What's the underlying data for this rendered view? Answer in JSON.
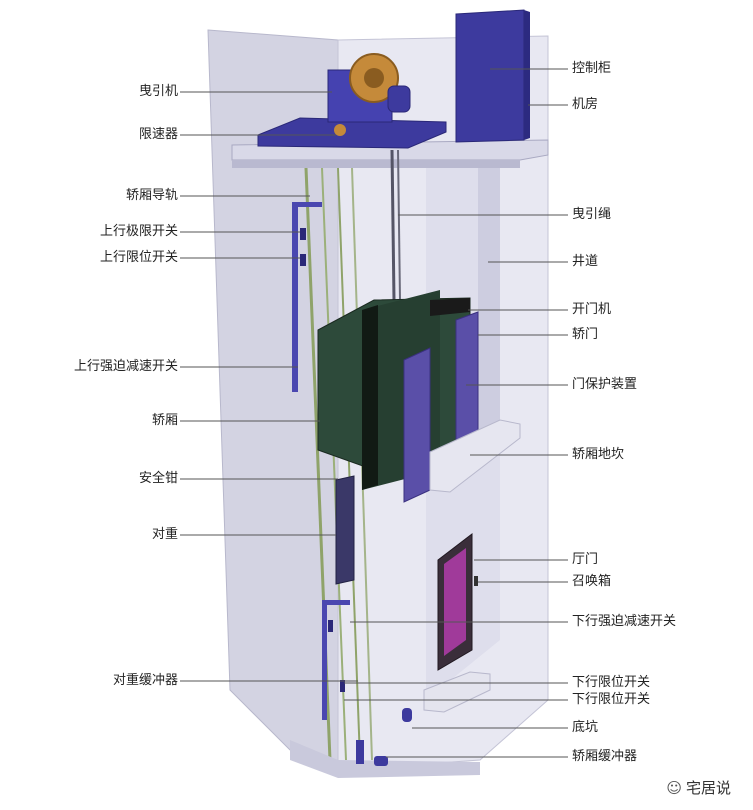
{
  "labels_left": [
    {
      "key": "traction-machine",
      "text": "曳引机"
    },
    {
      "key": "speed-governor",
      "text": "限速器"
    },
    {
      "key": "car-guide-rail",
      "text": "轿厢导轨"
    },
    {
      "key": "up-limit-extreme-switch",
      "text": "上行极限开关"
    },
    {
      "key": "up-limit-switch",
      "text": "上行限位开关"
    },
    {
      "key": "up-forced-decel-switch",
      "text": "上行强迫减速开关"
    },
    {
      "key": "car",
      "text": "轿厢"
    },
    {
      "key": "safety-gear",
      "text": "安全钳"
    },
    {
      "key": "counterweight",
      "text": "对重"
    },
    {
      "key": "counterweight-buffer",
      "text": "对重缓冲器"
    }
  ],
  "labels_right": [
    {
      "key": "control-cabinet",
      "text": "控制柜"
    },
    {
      "key": "machine-room",
      "text": "机房"
    },
    {
      "key": "traction-rope",
      "text": "曳引绳"
    },
    {
      "key": "hoistway",
      "text": "井道"
    },
    {
      "key": "door-operator",
      "text": "开门机"
    },
    {
      "key": "car-door",
      "text": "轿门"
    },
    {
      "key": "door-protection-device",
      "text": "门保护装置"
    },
    {
      "key": "car-sill",
      "text": "轿厢地坎"
    },
    {
      "key": "landing-door",
      "text": "厅门"
    },
    {
      "key": "call-box",
      "text": "召唤箱"
    },
    {
      "key": "down-forced-decel-switch",
      "text": "下行强迫减速开关"
    },
    {
      "key": "down-limit-switch-1",
      "text": "下行限位开关"
    },
    {
      "key": "down-limit-switch-2",
      "text": "下行限位开关"
    },
    {
      "key": "pit",
      "text": "底坑"
    },
    {
      "key": "car-buffer",
      "text": "轿厢缓冲器"
    }
  ],
  "watermark": {
    "text": "宅居说",
    "icon": "wechat-icon"
  },
  "colors": {
    "wall_light": "#e6e6f2",
    "wall_side": "#c9c9dc",
    "wall_shadow": "#b6b6cc",
    "machine_blue": "#3d3a9e",
    "car_green": "#2d4a3a",
    "car_green_dark": "#1f3328",
    "door_purple": "#5a4fa8",
    "landing_door_magenta": "#a03a9a",
    "rail_green": "#8fa36a",
    "leader_line": "#555555"
  }
}
